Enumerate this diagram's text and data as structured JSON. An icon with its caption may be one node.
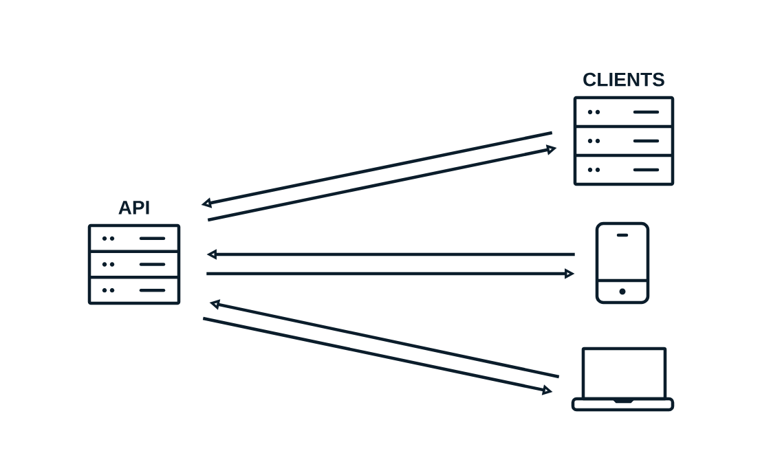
{
  "diagram": {
    "nodes": [
      {
        "text": [
          "API"
        ]
      },
      {
        "text": [
          "CLIENTS"
        ]
      },
      {
        "text": [],
        "shape": "phone"
      },
      {
        "text": [],
        "shape": "laptop"
      }
    ],
    "edges": [
      {
        "from": 1,
        "to": 0,
        "arrow": "to"
      },
      {
        "from": 0,
        "to": 1,
        "arrow": "to"
      },
      {
        "from": 2,
        "to": 0,
        "arrow": "to"
      },
      {
        "from": 0,
        "to": 2,
        "arrow": "to"
      },
      {
        "from": 3,
        "to": 0,
        "arrow": "to"
      },
      {
        "from": 0,
        "to": 3,
        "arrow": "to"
      }
    ]
  }
}
